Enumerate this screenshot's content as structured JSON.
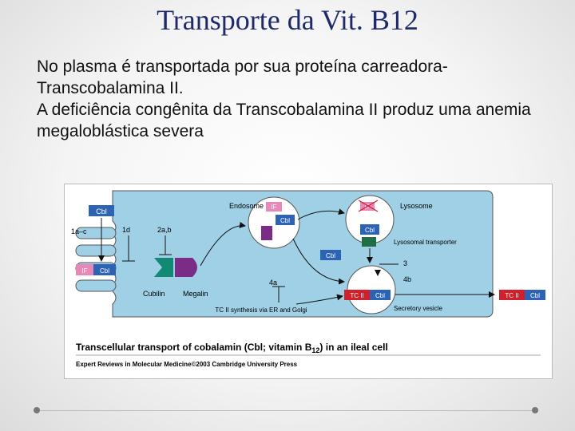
{
  "title": "Transporte da Vit. B12",
  "paragraphs": [
    "No plasma é transportada por sua proteína carreadora-Transcobalamina II.",
    "A deficiência congênita da Transcobalamina II produz uma anemia megaloblástica severa"
  ],
  "figure": {
    "labels": {
      "cbl": "Cbl",
      "if": "IF",
      "tc2": "TC II",
      "endosome": "Endosome",
      "lysosome": "Lysosome",
      "lysosomal_transporter": "Lysosomal transporter",
      "secretory_vesicle": "Secretory vesicle",
      "cubilin": "Cubilin",
      "megalin": "Megalin",
      "tc2_synthesis": "TC II synthesis via ER and Golgi",
      "step_1a_c": "1a–c",
      "step_1d": "1d",
      "step_2ab": "2a,b",
      "step_3": "3",
      "step_4a": "4a",
      "step_4b": "4b"
    },
    "caption_main": "Transcellular transport of cobalamin (Cbl; vitamin B",
    "caption_sub": "12",
    "caption_tail": ") in an ileal cell",
    "credit": "Expert Reviews in Molecular Medicine©2003 Cambridge University Press",
    "colors": {
      "cell": "#9fd0e6",
      "cbl_box": "#2c63b5",
      "if_box": "#e987b8",
      "tc2_box": "#d11f2c",
      "cubilin": "#118a73",
      "megalin": "#7a2c86",
      "transporter": "#1f6e45"
    }
  }
}
